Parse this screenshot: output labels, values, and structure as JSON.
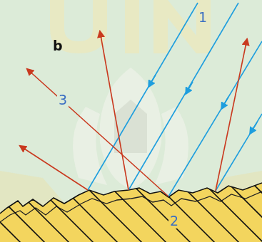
{
  "diagram": {
    "labels": [
      "b",
      "1",
      "3",
      "2"
    ]
  }
}
